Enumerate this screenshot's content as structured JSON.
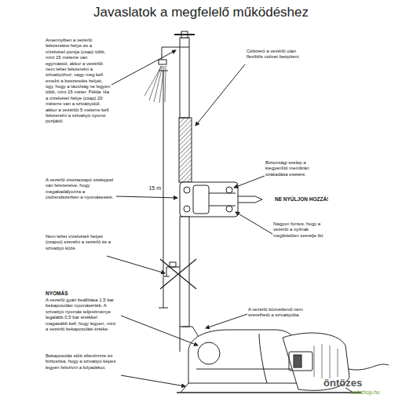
{
  "diagram": {
    "title": "Javaslatok a megfelelő működéshez",
    "labels": [
      "Amennyiben a vezérlő felszerelési helye és a vízelvétel pontja (csap) több, mint 15 méterre van egymástól, akkor a vezérlőt nem lehet felszerelni a szivattyúhoz, vagy meg kell emelni a beszerelés helyét, úgy, hogy a távolság ne legyen több, mint 15 méter. Példa: Ha a vízelvétel helye (csap) 20 méterre van a szivattyútól, akkor a vezérlőt 5 méterre kell felszerelni a szivattyú nyomó portjától.",
      "Célszerű a vezérlő után flexibilis csövet beépíteni.",
      "15 m",
      "A vezérlő visszacsapó szeleppel van felszerelve, hogy megakadályozza a csőrendszerben a nyomásesést.",
      "Biztonsági szelep a kiegyenlítő membrán szakadása esetére.",
      "NE NYÚLJON HOZZÁ!",
      "Nagyon fontos, hogy a vezérlő a nyílnak megfelelően szerelje fel.",
      "Nem lehet vízelvételi helyet (csapot) szerelni a vezérlő és a szivattyú közé.",
      "NYOMÁS",
      "A vezérlő gyári beállítása 1,5 bar bekapcsolási nyomásérték. A szivattyú nyomás teljesítménye legalább 0,5 bar értékkel magasabb kell, hogy legyen, mint a vezérlő bekapcsolási értéke.",
      "A vezérlő közvetlenül nem szerelhető a szivattyúba.",
      "Bekapcsolás előtt ellenőrizze és biztosítsa, hogy a szivattyú képes legyen felszívni a folyadékot.",
      "öntözes",
      "webshop.hu"
    ]
  }
}
